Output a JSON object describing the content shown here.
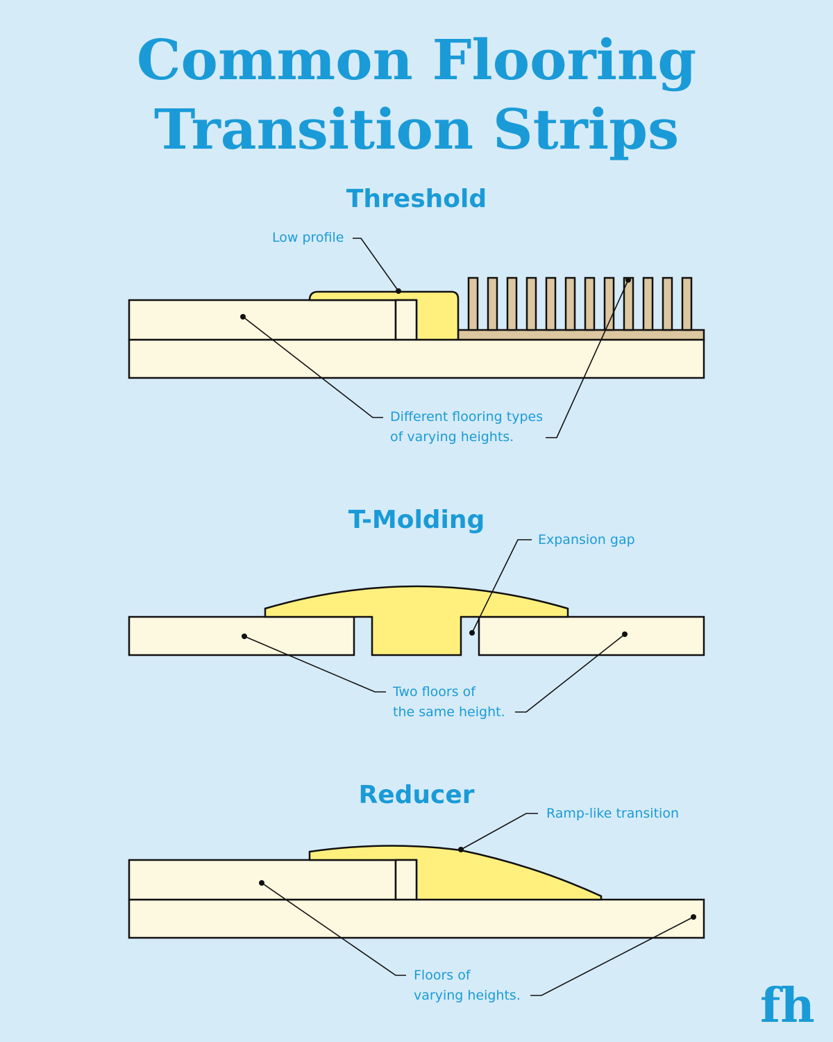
{
  "title": {
    "line1": "Common Flooring",
    "line2": "Transition Strips"
  },
  "sections": [
    {
      "heading": "Threshold",
      "labels": {
        "low_profile": "Low profile",
        "different_types_line1": "Different flooring types",
        "different_types_line2": "of varying heights."
      }
    },
    {
      "heading": "T-Molding",
      "labels": {
        "expansion_gap": "Expansion gap",
        "two_floors_line1": "Two floors of",
        "two_floors_line2": "the same height."
      }
    },
    {
      "heading": "Reducer",
      "labels": {
        "ramp_like": "Ramp-like transition",
        "varying_line1": "Floors of",
        "varying_line2": "varying heights."
      }
    }
  ],
  "logo": "fh",
  "colors": {
    "background": "#d6ebf8",
    "accent": "#1a9bd7",
    "floor": "#fdf8e0",
    "strip": "#fff07e",
    "carpet": "#dcc7a1",
    "outline": "#111111"
  }
}
